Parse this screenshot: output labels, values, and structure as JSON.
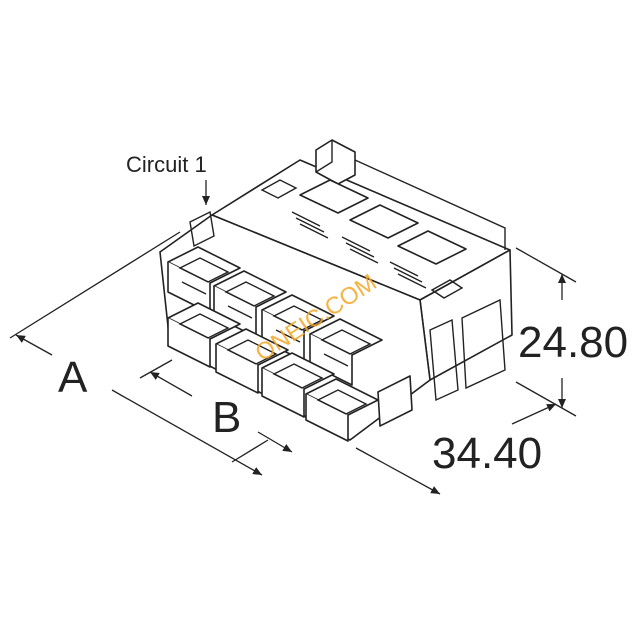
{
  "callout": {
    "text": "Circuit 1"
  },
  "dimensions": {
    "overall_width_label": "A",
    "pitch_span_label": "B",
    "height_value": "24.80",
    "depth_value": "34.40"
  },
  "watermark": {
    "text": "ONEIC.COM"
  },
  "colors": {
    "line": "#222222",
    "watermark": "#f5a623",
    "background": "#ffffff"
  }
}
